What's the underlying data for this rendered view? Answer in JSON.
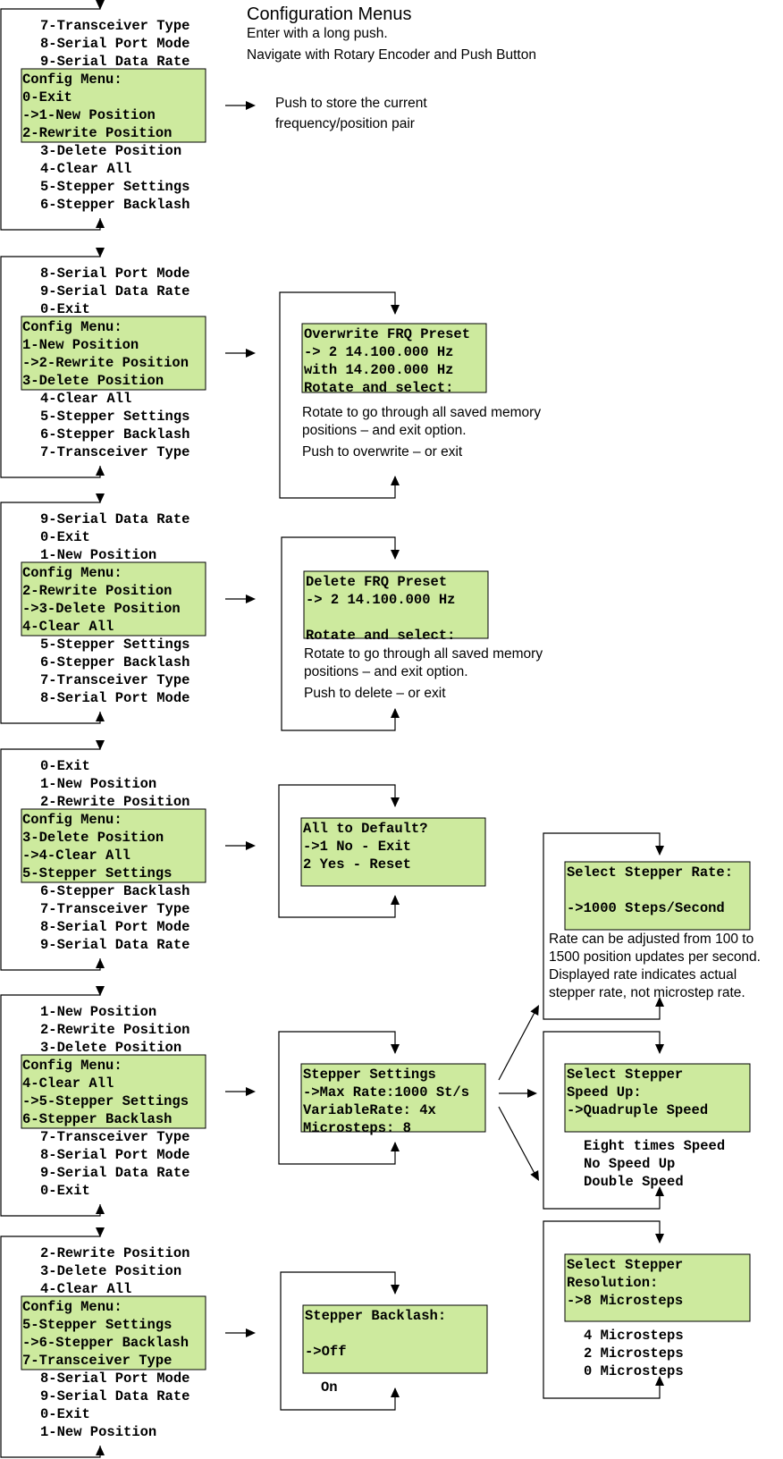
{
  "header": {
    "title": "Configuration Menus",
    "line1": "Enter with a long push.",
    "line2": "Navigate with Rotary Encoder and Push Button"
  },
  "menus": [
    {
      "lines": [
        "7-Transceiver Type",
        "8-Serial Port Mode",
        "9-Serial Data Rate",
        "Config Menu:",
        "  0-Exit",
        "->1-New Position",
        "  2-Rewrite Position",
        "3-Delete Position",
        "4-Clear All",
        "5-Stepper Settings",
        "6-Stepper Backlash"
      ],
      "note": [
        "Push to store the current",
        "frequency/position pair"
      ]
    },
    {
      "lines": [
        "8-Serial Port Mode",
        "9-Serial Data Rate",
        "0-Exit",
        "Config Menu:",
        "  1-New Position",
        "->2-Rewrite Position",
        "  3-Delete Position",
        "4-Clear All",
        "5-Stepper Settings",
        "6-Stepper Backlash",
        "7-Transceiver Type"
      ],
      "screen": [
        "Overwrite FRQ Preset",
        "-> 2  14.100.000 Hz",
        "with  14.200.000 Hz",
        "Rotate and select:"
      ],
      "note": [
        "Rotate to go through all saved memory",
        "positions – and exit option.",
        "Push to overwrite – or exit"
      ]
    },
    {
      "lines": [
        "9-Serial Data Rate",
        "0-Exit",
        "1-New Position",
        "Config Menu:",
        "  2-Rewrite Position",
        "->3-Delete Position",
        "  4-Clear All",
        "5-Stepper Settings",
        "6-Stepper Backlash",
        "7-Transceiver Type",
        "8-Serial Port Mode"
      ],
      "screen": [
        "Delete FRQ Preset",
        "-> 2  14.100.000 Hz",
        "",
        "Rotate and select:"
      ],
      "note": [
        "Rotate to go through all saved memory",
        "positions – and exit option.",
        "Push to delete – or exit"
      ]
    },
    {
      "lines": [
        "0-Exit",
        "1-New Position",
        "2-Rewrite Position",
        "Config Menu:",
        "  3-Delete Position",
        "->4-Clear All",
        "  5-Stepper Settings",
        "6-Stepper Backlash",
        "7-Transceiver Type",
        "8-Serial Port Mode",
        "9-Serial Data Rate"
      ],
      "screen": [
        "All to Default?",
        "->1 No  - Exit",
        "  2 Yes - Reset"
      ]
    },
    {
      "lines": [
        "1-New Position",
        "2-Rewrite Position",
        "3-Delete Position",
        "Config Menu:",
        "  4-Clear All",
        "->5-Stepper Settings",
        "  6-Stepper Backlash",
        "7-Transceiver Type",
        "8-Serial Port Mode",
        "9-Serial Data Rate",
        "0-Exit"
      ],
      "screen": [
        "Stepper Settings",
        "->Max Rate:1000 St/s",
        "  VariableRate: 4x",
        "  Microsteps:   8"
      ]
    },
    {
      "lines": [
        "2-Rewrite Position",
        "3-Delete Position",
        "4-Clear All",
        "Config Menu:",
        "  5-Stepper Settings",
        "->6-Stepper Backlash",
        "  7-Transceiver Type",
        "8-Serial Port Mode",
        "9-Serial Data Rate",
        "0-Exit",
        "1-New Position"
      ],
      "screen": [
        "Stepper Backlash:",
        "",
        "->Off"
      ],
      "extra": [
        "On"
      ]
    }
  ],
  "stepper": [
    {
      "screen": [
        "Select Stepper Rate:",
        "",
        "->1000 Steps/Second"
      ],
      "note": [
        "Rate can be adjusted from 100 to",
        "1500 position updates per second.",
        "Displayed rate indicates actual",
        "stepper rate, not microstep rate."
      ]
    },
    {
      "screen": [
        "Select Stepper",
        "Speed Up:",
        "->Quadruple Speed"
      ],
      "extra": [
        "Eight times Speed",
        "No Speed Up",
        "Double Speed"
      ]
    },
    {
      "screen": [
        "Select Stepper",
        "Resolution:",
        "->8 Microsteps"
      ],
      "extra": [
        "4 Microsteps",
        "2 Microsteps",
        "0 Microsteps"
      ]
    }
  ]
}
